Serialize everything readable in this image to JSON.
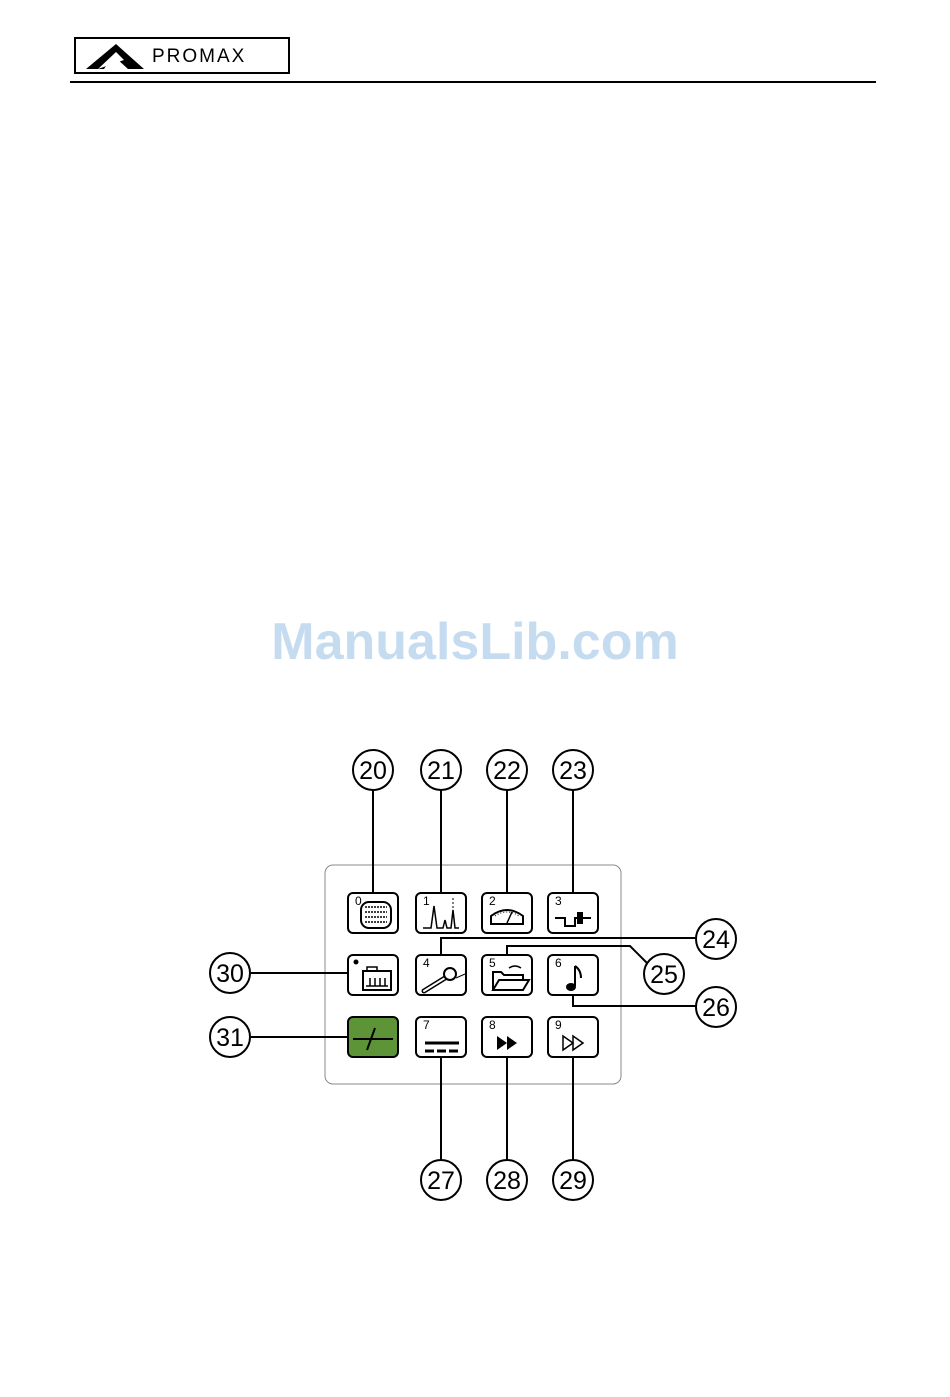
{
  "header": {
    "logo_text": "PROMAX"
  },
  "watermark": "ManualsLib.com",
  "colors": {
    "ink": "#000000",
    "key_green": "#5e9438",
    "panel_border": "#888888",
    "watermark": "#c5dcf0"
  },
  "keypad": {
    "keys": [
      {
        "digit": "0",
        "icon": "tv-icon"
      },
      {
        "digit": "1",
        "icon": "spectrum-icon"
      },
      {
        "digit": "2",
        "icon": "meter-icon"
      },
      {
        "digit": "3",
        "icon": "pulse-icon"
      },
      {
        "digit": "",
        "icon": "folder-box-icon"
      },
      {
        "digit": "4",
        "icon": "microphone-icon"
      },
      {
        "digit": "5",
        "icon": "open-folder-icon"
      },
      {
        "digit": "6",
        "icon": "music-note-icon"
      },
      {
        "digit": "",
        "icon": "slash-icon"
      },
      {
        "digit": "7",
        "icon": "dashes-icon"
      },
      {
        "digit": "8",
        "icon": "fast-forward-icon"
      },
      {
        "digit": "9",
        "icon": "fast-forward-outline-icon"
      }
    ]
  },
  "callouts": [
    "20",
    "21",
    "22",
    "23",
    "24",
    "25",
    "26",
    "27",
    "28",
    "29",
    "30",
    "31"
  ]
}
